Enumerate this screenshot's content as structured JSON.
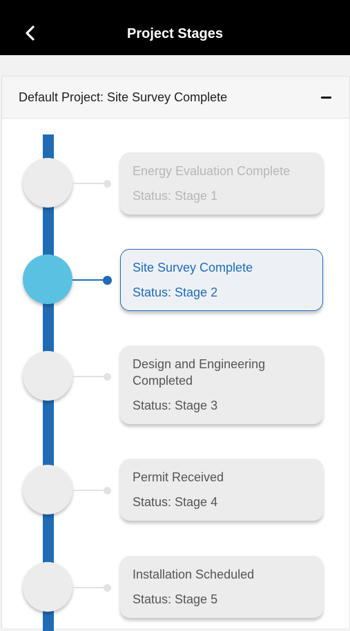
{
  "header": {
    "title": "Project Stages",
    "back_icon": "chevron-left-icon"
  },
  "project": {
    "title": "Default Project: Site Survey Complete",
    "collapse_icon": "minus-icon"
  },
  "colors": {
    "accent": "#1f6cb5",
    "active_node": "#5bc1e3",
    "header_bg": "#000000"
  },
  "stages": [
    {
      "title": "Energy Evaluation Complete",
      "status": "Status: Stage 1",
      "state": "done"
    },
    {
      "title": "Site Survey Complete",
      "status": "Status: Stage 2",
      "state": "current"
    },
    {
      "title": "Design and Engineering Completed",
      "status": "Status: Stage 3",
      "state": "upcoming"
    },
    {
      "title": "Permit Received",
      "status": "Status: Stage 4",
      "state": "upcoming"
    },
    {
      "title": "Installation Scheduled",
      "status": "Status: Stage 5",
      "state": "upcoming"
    }
  ]
}
